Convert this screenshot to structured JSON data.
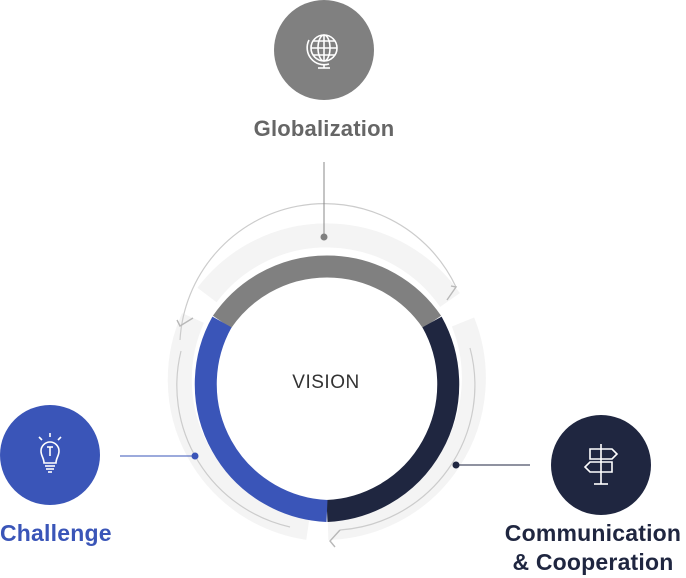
{
  "center_label": "VISION",
  "nodes": {
    "globalization": {
      "label": "Globalization",
      "icon": "globe-icon",
      "color": "#808080"
    },
    "challenge": {
      "label": "Challenge",
      "icon": "lightbulb-icon",
      "color": "#3a55b8"
    },
    "communication": {
      "label_line1": "Communication",
      "label_line2": "& Cooperation",
      "icon": "signpost-icon",
      "color": "#1f2640"
    }
  },
  "colors": {
    "outer_ring": "#f4f4f4",
    "outer_ring_stroke": "#c9c9c9",
    "connector": "#888888"
  }
}
